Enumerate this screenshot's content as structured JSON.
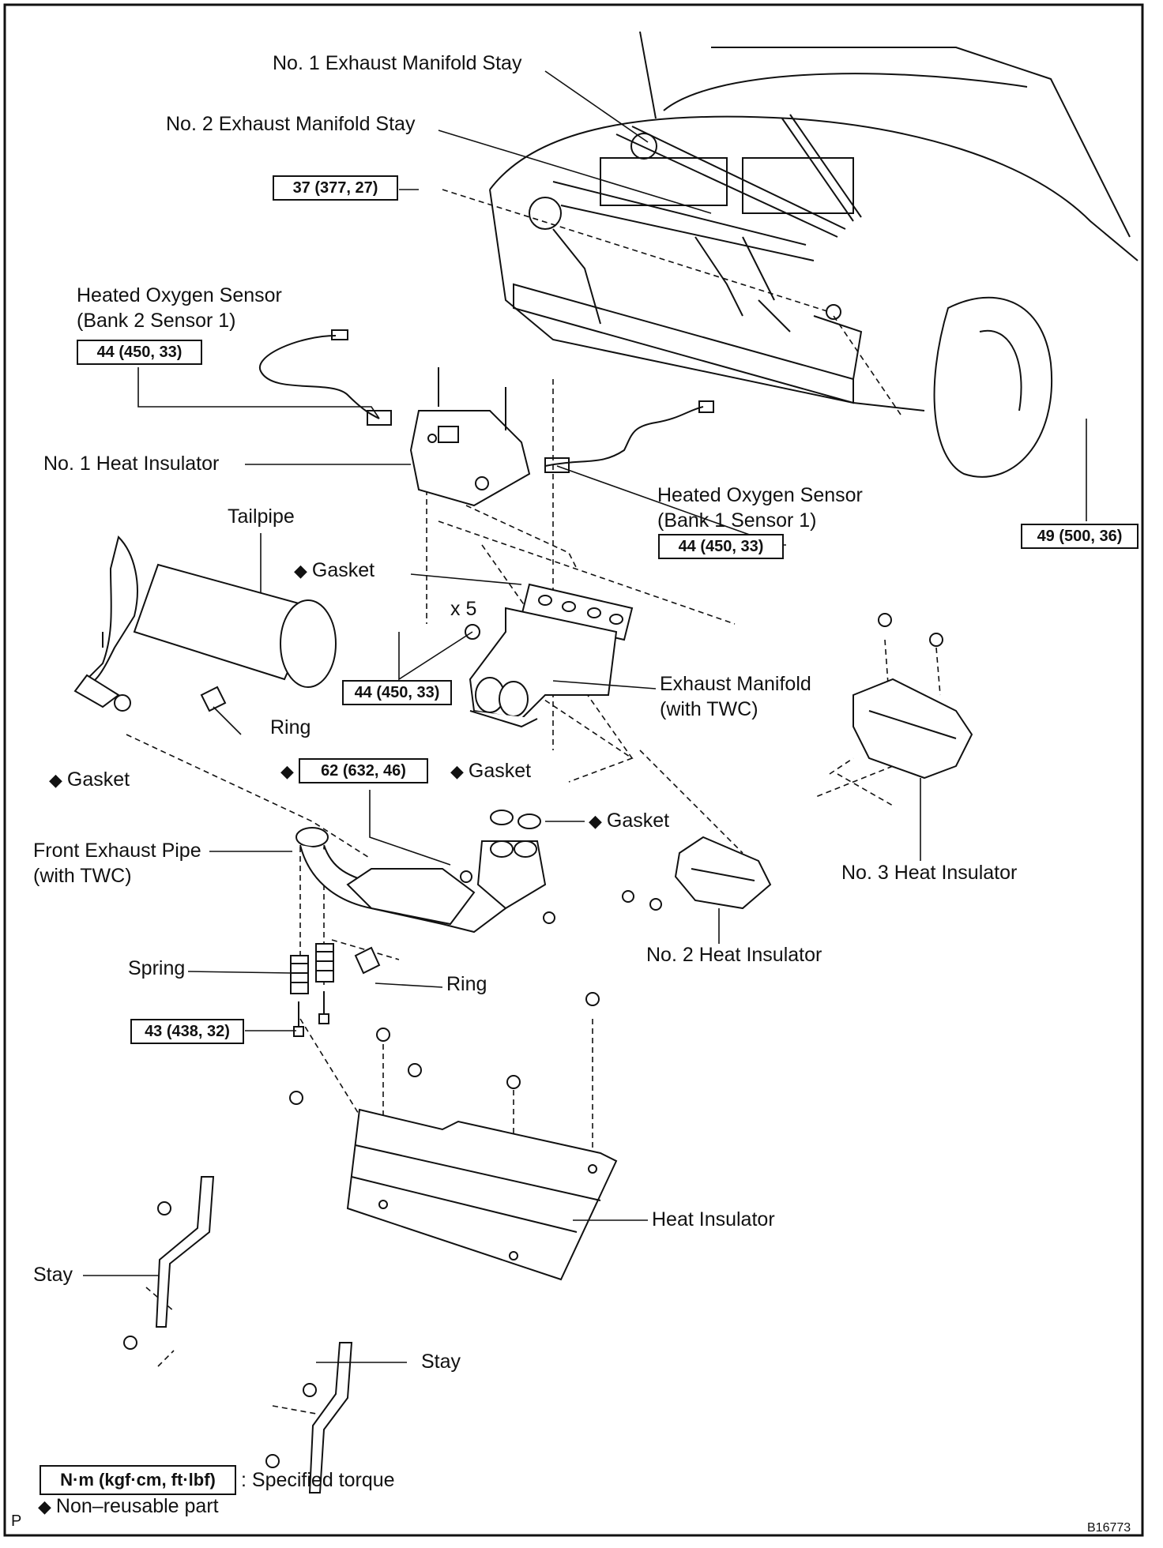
{
  "labels": {
    "no1_stay": "No. 1 Exhaust Manifold Stay",
    "no2_stay": "No. 2 Exhaust Manifold Stay",
    "ho2s_b2_l1": "Heated  Oxygen  Sensor",
    "ho2s_b2_l2": "(Bank 2 Sensor 1)",
    "no1_insulator": "No. 1 Heat Insulator",
    "tailpipe": "Tailpipe",
    "ho2s_b1_l1": "Heated Oxygen Sensor",
    "ho2s_b1_l2": "(Bank 1 Sensor 1)",
    "gasket_a": "Gasket",
    "x5": "x 5",
    "exhaust_manifold_l1": "Exhaust  Manifold",
    "exhaust_manifold_l2": "(with TWC)",
    "ring_a": "Ring",
    "gasket_b": "Gasket",
    "gasket_c": "Gasket",
    "gasket_d": "Gasket",
    "front_pipe_l1": "Front  Exhaust  Pipe",
    "front_pipe_l2": "(with TWC)",
    "no3_insulator": "No. 3 Heat Insulator",
    "spring": "Spring",
    "ring_b": "Ring",
    "no2_insulator": "No. 2 Heat Insulator",
    "heat_insulator": "Heat Insulator",
    "stay_a": "Stay",
    "stay_b": "Stay"
  },
  "torques": {
    "t37": "37 (377, 27)",
    "t44_b2": "44 (450, 33)",
    "t44_b1": "44 (450, 33)",
    "t49": "49 (500, 36)",
    "t44_manifold": "44 (450, 33)",
    "t62": "62 (632, 46)",
    "t43": "43 (438, 32)"
  },
  "legend": {
    "torque_unit": "N·m (kgf·cm, ft·lbf)",
    "torque_desc": ": Specified torque",
    "nonreusable": "Non–reusable part",
    "diamond": "◆"
  },
  "footer": {
    "corner": "P",
    "code": "B16773"
  }
}
